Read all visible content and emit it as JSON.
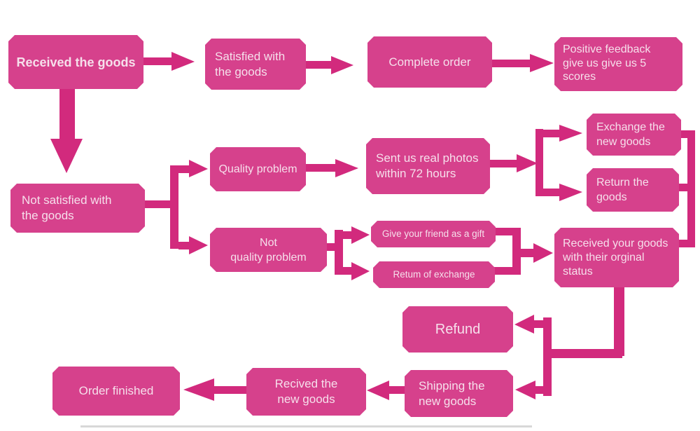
{
  "colors": {
    "box": "#d6418c",
    "arrow": "#d22a7d",
    "text": "#f6dfeb",
    "divider": "#d8d8d8"
  },
  "nodes": {
    "received_goods": {
      "label": "Received the goods"
    },
    "satisfied": {
      "lines": [
        "Satisfied with",
        "the goods"
      ]
    },
    "complete_order": {
      "label": "Complete order"
    },
    "positive_feedback": {
      "lines": [
        "Positive feedback",
        "give us give us 5",
        "scores"
      ]
    },
    "not_satisfied": {
      "lines": [
        "Not satisfied with",
        "the goods"
      ]
    },
    "quality_problem": {
      "label": "Quality problem"
    },
    "sent_photos": {
      "lines": [
        "Sent us real photos",
        "within 72 hours"
      ]
    },
    "exchange_new_goods": {
      "lines": [
        "Exchange the",
        "new goods"
      ]
    },
    "return_goods": {
      "lines": [
        "Return the",
        "goods"
      ]
    },
    "not_quality_problem": {
      "lines": [
        "Not",
        "quality problem"
      ]
    },
    "gift": {
      "label": "Give your friend as a gift"
    },
    "return_exchange": {
      "label": "Retum of exchange"
    },
    "received_original": {
      "lines": [
        "Received your goods",
        "with their orginal",
        "status"
      ]
    },
    "refund": {
      "label": "Refund"
    },
    "shipping": {
      "lines": [
        "Shipping the",
        "new goods"
      ]
    },
    "recived_new": {
      "lines": [
        "Recived the",
        "new goods"
      ]
    },
    "order_finished": {
      "label": "Order finished"
    }
  }
}
